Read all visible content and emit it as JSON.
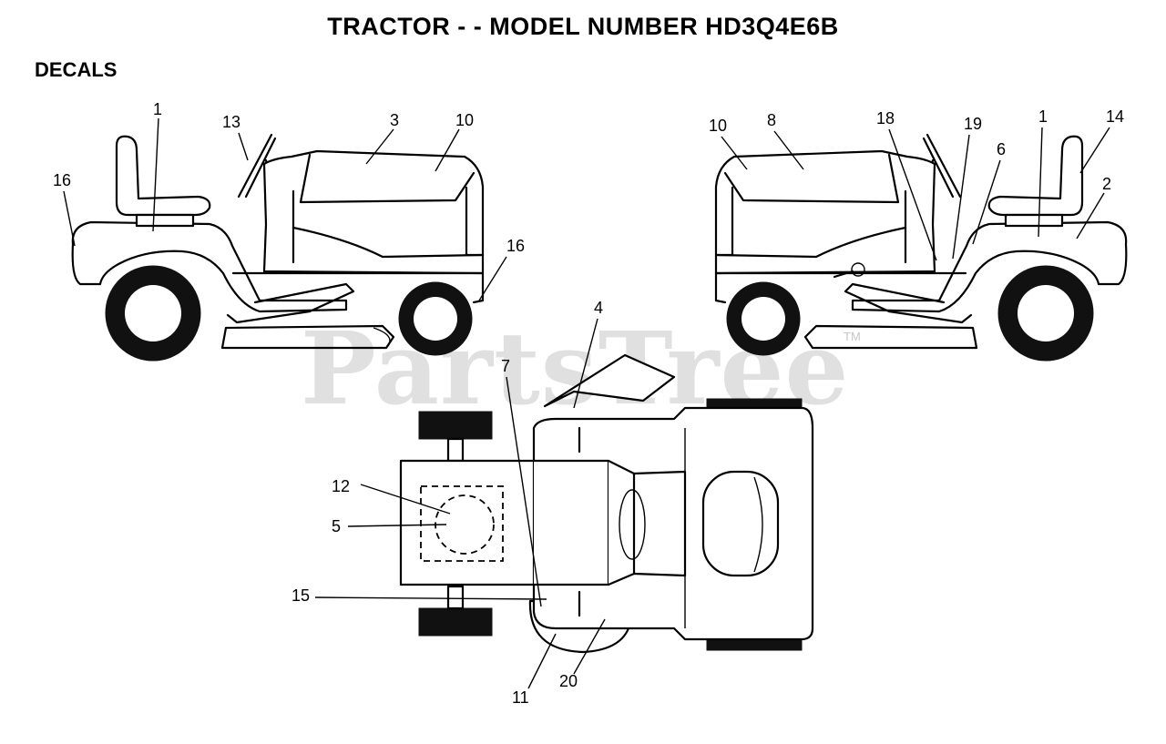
{
  "title": "TRACTOR - - MODEL NUMBER HD3Q4E6B",
  "subtitle": "DECALS",
  "watermark": "PartsTree",
  "watermark_mark": "TM",
  "callouts": {
    "left_side_view": [
      "1",
      "13",
      "3",
      "10",
      "16",
      "16"
    ],
    "right_side_view": [
      "10",
      "8",
      "18",
      "19",
      "1",
      "14",
      "6",
      "2"
    ],
    "top_view": [
      "4",
      "7",
      "12",
      "5",
      "15",
      "11",
      "20"
    ]
  }
}
